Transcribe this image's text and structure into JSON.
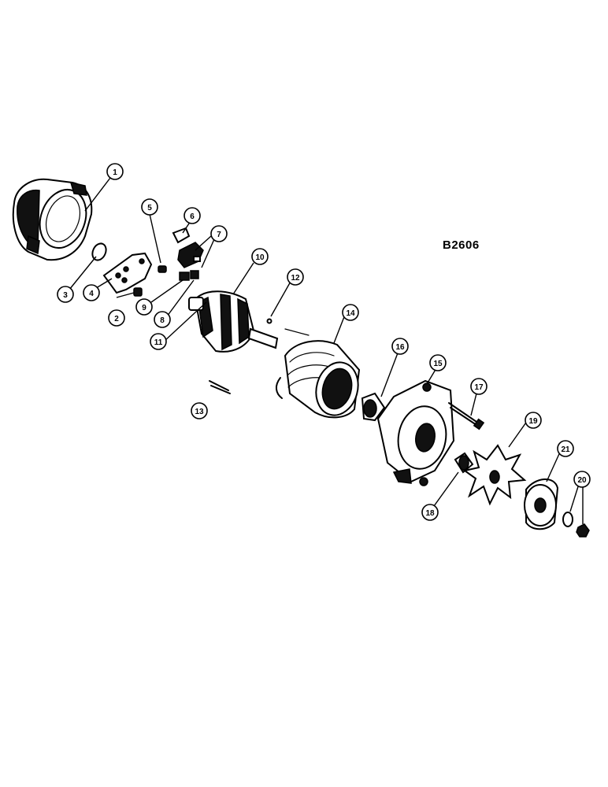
{
  "diagram": {
    "part_code": "B2606",
    "callouts": [
      "1",
      "2",
      "3",
      "4",
      "5",
      "6",
      "7",
      "8",
      "9",
      "10",
      "11",
      "12",
      "13",
      "14",
      "15",
      "16",
      "17",
      "18",
      "19",
      "20",
      "21"
    ]
  }
}
